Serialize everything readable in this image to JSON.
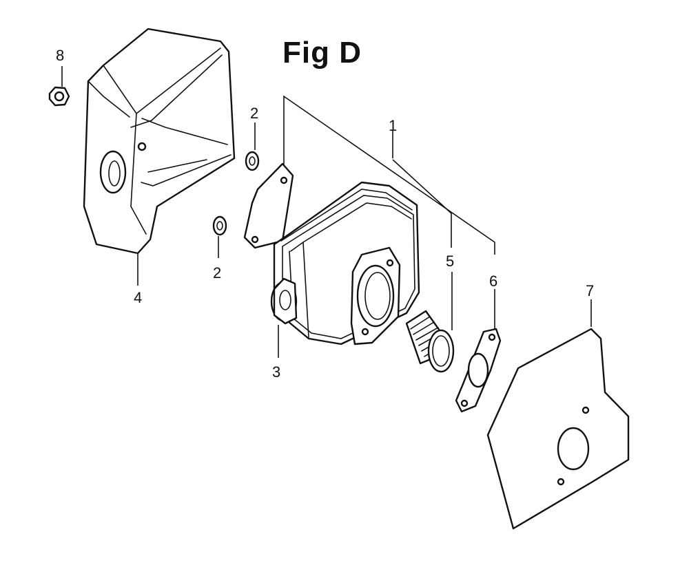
{
  "figure": {
    "title": "Fig D"
  },
  "callouts": [
    {
      "id": "c8",
      "label": "8"
    },
    {
      "id": "c2a",
      "label": "2"
    },
    {
      "id": "c1",
      "label": "1"
    },
    {
      "id": "c2b",
      "label": "2"
    },
    {
      "id": "c4",
      "label": "4"
    },
    {
      "id": "c3",
      "label": "3"
    },
    {
      "id": "c5",
      "label": "5"
    },
    {
      "id": "c6",
      "label": "6"
    },
    {
      "id": "c7",
      "label": "7"
    }
  ]
}
